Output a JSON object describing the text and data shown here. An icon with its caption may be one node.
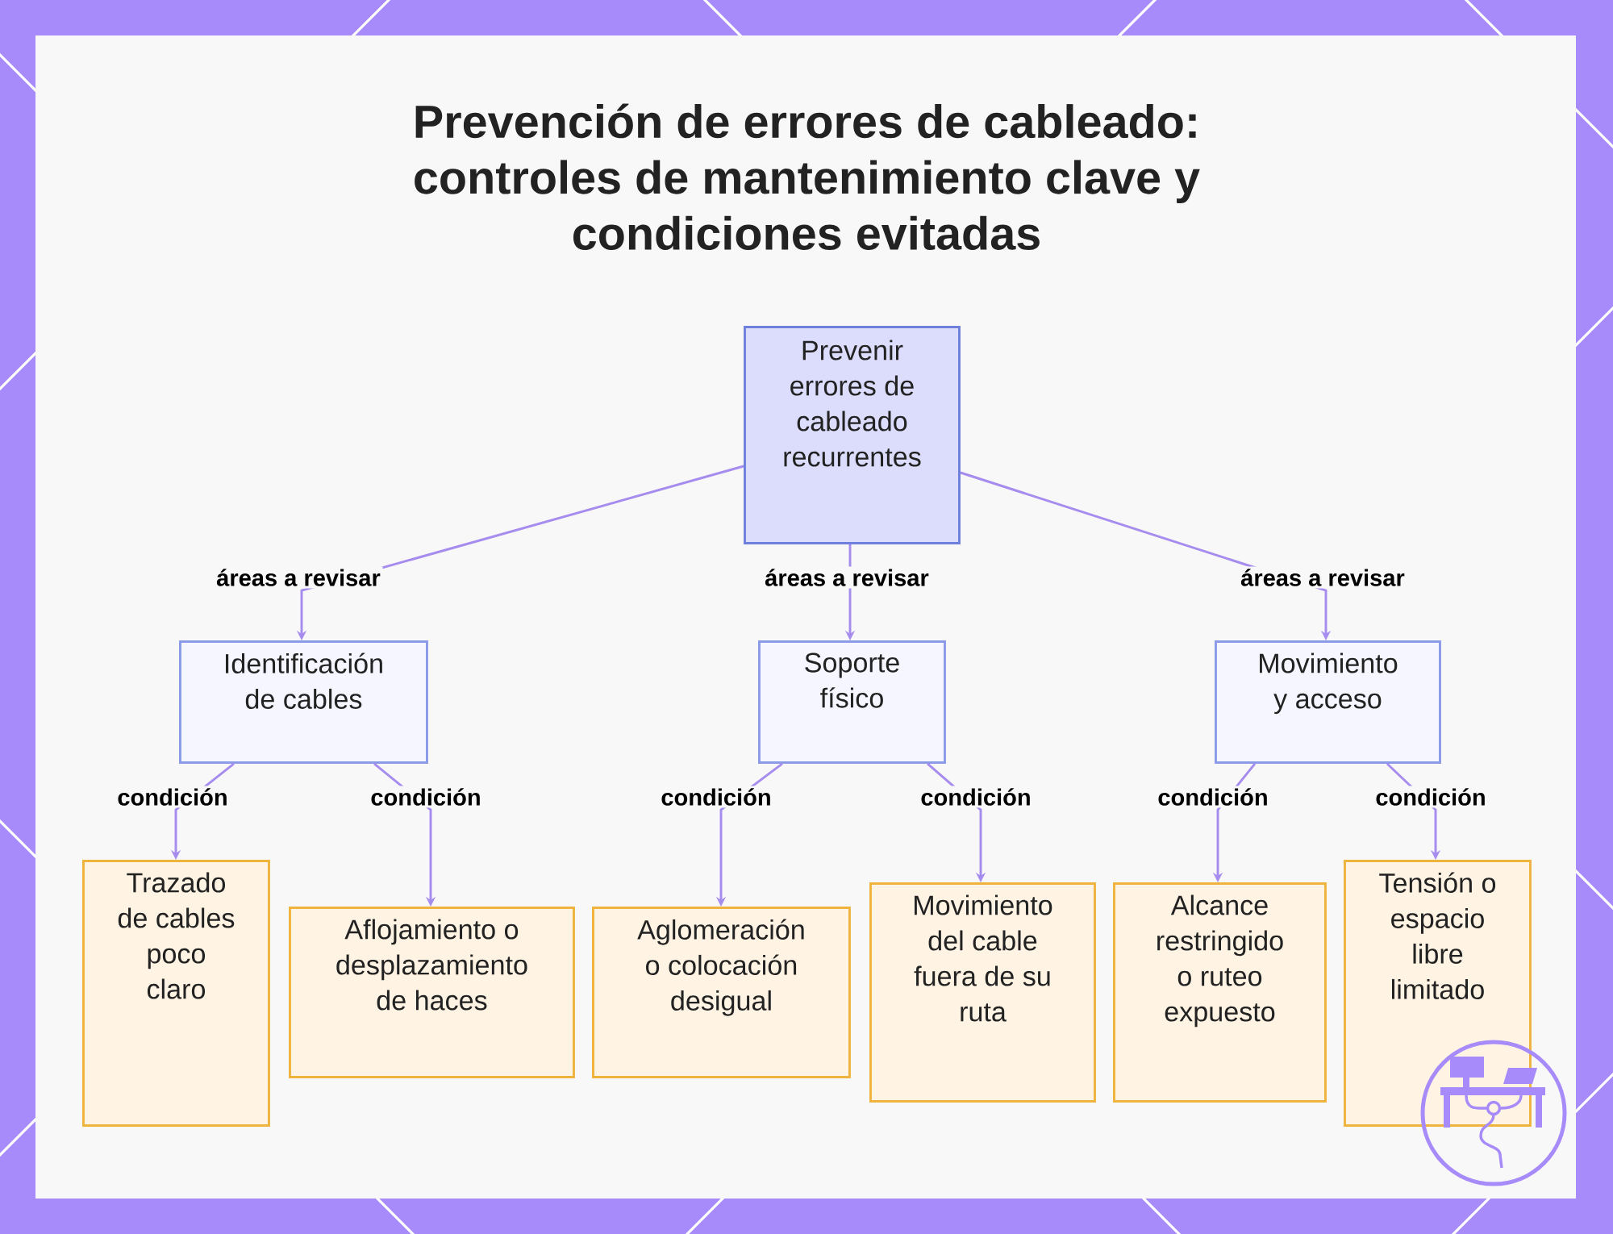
{
  "diagram": {
    "title": "Prevención de errores de cableado: controles de mantenimiento clave y condiciones evitadas",
    "nodes": [
      {
        "text": [
          "Prevenir errores de cableado recurrentes"
        ]
      },
      {
        "text": [
          "Identificación de cables"
        ]
      },
      {
        "text": [
          "Soporte físico"
        ]
      },
      {
        "text": [
          "Movimiento y acceso"
        ]
      },
      {
        "text": [
          "Trazado de cables poco claro"
        ]
      },
      {
        "text": [
          "Aflojamiento o desplazamiento de haces"
        ]
      },
      {
        "text": [
          "Aglomeración o colocación desigual"
        ]
      },
      {
        "text": [
          "Movimiento del cable fuera de su ruta"
        ]
      },
      {
        "text": [
          "Alcance restringido o ruteo expuesto"
        ]
      },
      {
        "text": [
          "Tensión o espacio libre limitado"
        ]
      }
    ],
    "edges": [
      {
        "from": 0,
        "to": 1,
        "arrow": "to",
        "label": "áreas a revisar"
      },
      {
        "from": 0,
        "to": 2,
        "arrow": "to",
        "label": "áreas a revisar"
      },
      {
        "from": 0,
        "to": 3,
        "arrow": "to",
        "label": "áreas a revisar"
      },
      {
        "from": 1,
        "to": 4,
        "arrow": "to",
        "label": "condición"
      },
      {
        "from": 1,
        "to": 5,
        "arrow": "to",
        "label": "condición"
      },
      {
        "from": 2,
        "to": 6,
        "arrow": "to",
        "label": "condición"
      },
      {
        "from": 2,
        "to": 7,
        "arrow": "to",
        "label": "condición"
      },
      {
        "from": 3,
        "to": 8,
        "arrow": "to",
        "label": "condición"
      },
      {
        "from": 3,
        "to": 9,
        "arrow": "to",
        "label": "condición"
      }
    ]
  }
}
